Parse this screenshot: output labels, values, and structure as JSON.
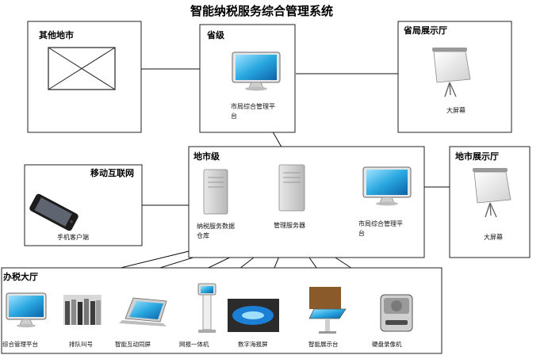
{
  "title": "智能纳税服务综合管理系统",
  "boxes": {
    "other_city": "其他地市",
    "province": "省级",
    "province_hall": "省局展示厅",
    "mobile_internet": "移动互联网",
    "city": "地市级",
    "city_hall": "地市展示厅",
    "tax_hall": "办税大厅"
  },
  "nodes": {
    "province_platform": [
      "市局综合管理平",
      "台"
    ],
    "province_screen": "大屏幕",
    "phone_client": "手机客户端",
    "data_warehouse": [
      "纳税服务数据",
      "仓库"
    ],
    "mgmt_server": "管理服务器",
    "city_platform": [
      "市局综合管理平",
      "台"
    ],
    "city_screen": "大屏幕"
  },
  "hall_devices": [
    {
      "label": "综合管理平台",
      "icon": "monitor-icon"
    },
    {
      "label": "排队叫号",
      "icon": "queue-machine-icon"
    },
    {
      "label": "智能互动同屏",
      "icon": "tablet-icon"
    },
    {
      "label": "网报一体机",
      "icon": "kiosk-icon"
    },
    {
      "label": "数字海报屏",
      "icon": "display-screen-icon"
    },
    {
      "label": "智能展示台",
      "icon": "touch-table-icon"
    },
    {
      "label": "硬盘录像机",
      "icon": "hard-drive-icon"
    }
  ]
}
